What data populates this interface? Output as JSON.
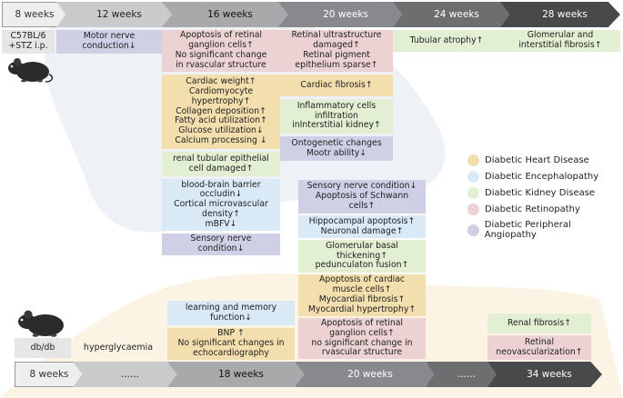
{
  "top_timeline": [
    "8 weeks",
    "12 weeks",
    "16 weeks",
    "20 weeks",
    "24 weeks",
    "28 weeks"
  ],
  "bottom_timeline": [
    "8 weeks",
    "......",
    "18 weeks",
    "20 weeks",
    "......",
    "34 weeks"
  ],
  "model_top": "C57BL/6\n+STZ i.p.",
  "model_bottom": "db/db",
  "hyperglycaemia": "hyperglycaemia",
  "top": {
    "motor_nerve": "Motor nerve\nconduction↓",
    "apoptosis16": "Apoptosis of retinal\nganglion cells↑\nNo significant change\nin rvascular structure",
    "cardiac16": "Cardiac weight↑\nCardiomyocyte\nhypertrophy↑\nCollagen deposition↑\nFatty acid utilization↑\nGlucose utilization↓\nCalcium processing ↓",
    "renal16": "renal tubular epithelial\ncell damaged↑",
    "bbb16": "blood-brain barrier\noccludin↓\nCortical microvascular\ndensity↑\nmBFV↓",
    "sensory16": "Sensory nerve\ncondition↓",
    "retinal20": "Retinal ultrastructure\ndamaged↑\nRetinal pigment\nepithelium sparse↑",
    "cardiac_fibrosis20": "Cardiac fibrosis↑",
    "inflammatory20": "Inflammatory cells\ninfiltration\ninInterstitial kidney↑",
    "ontogenetic20": "Ontogenetic changes\nMootr ability↓",
    "tubular24": "Tubular atrophy↑",
    "glomerular28": "Glomerular and\ninterstitial fibrosis↑"
  },
  "bottom": {
    "learning18": "learning and memory\nfunction↓",
    "bnp18": "BNP ↑\nNo significant changes in\nechocardiography",
    "sensory20": "Sensory nerve condition↓\nApoptosis of Schwann\ncells↑",
    "hippocampal20": "Hippocampal apoptosis↑\nNeuronal damage↑",
    "glomerular20": "Glomerular basal\nthickening↑\npedunculaton fusion↑",
    "cardiac20": "Apoptosis of cardiac\nmuscle cells↑\nMyocardial fibrosis↑\nMyocardial hypertrophy↑",
    "apoptosis20": "Apoptosis of retinal\nganglion cells↑\nno significant change in\nrvascular structure",
    "renal_fibrosis34": "Renal fibrosis↑",
    "retinal34": "Retinal\nneovascularization↑"
  },
  "legend": [
    {
      "label": "Diabetic Heart Disease",
      "color": "#f3dfae"
    },
    {
      "label": "Diabetic Encephalopathy",
      "color": "#d9e9f6"
    },
    {
      "label": "Diabetic Kidney Disease",
      "color": "#e2efd3"
    },
    {
      "label": "Diabetic Retinopathy",
      "color": "#ecd2d2"
    },
    {
      "label": "Diabetic Peripheral Angiopathy",
      "color": "#cfd0e6"
    }
  ]
}
